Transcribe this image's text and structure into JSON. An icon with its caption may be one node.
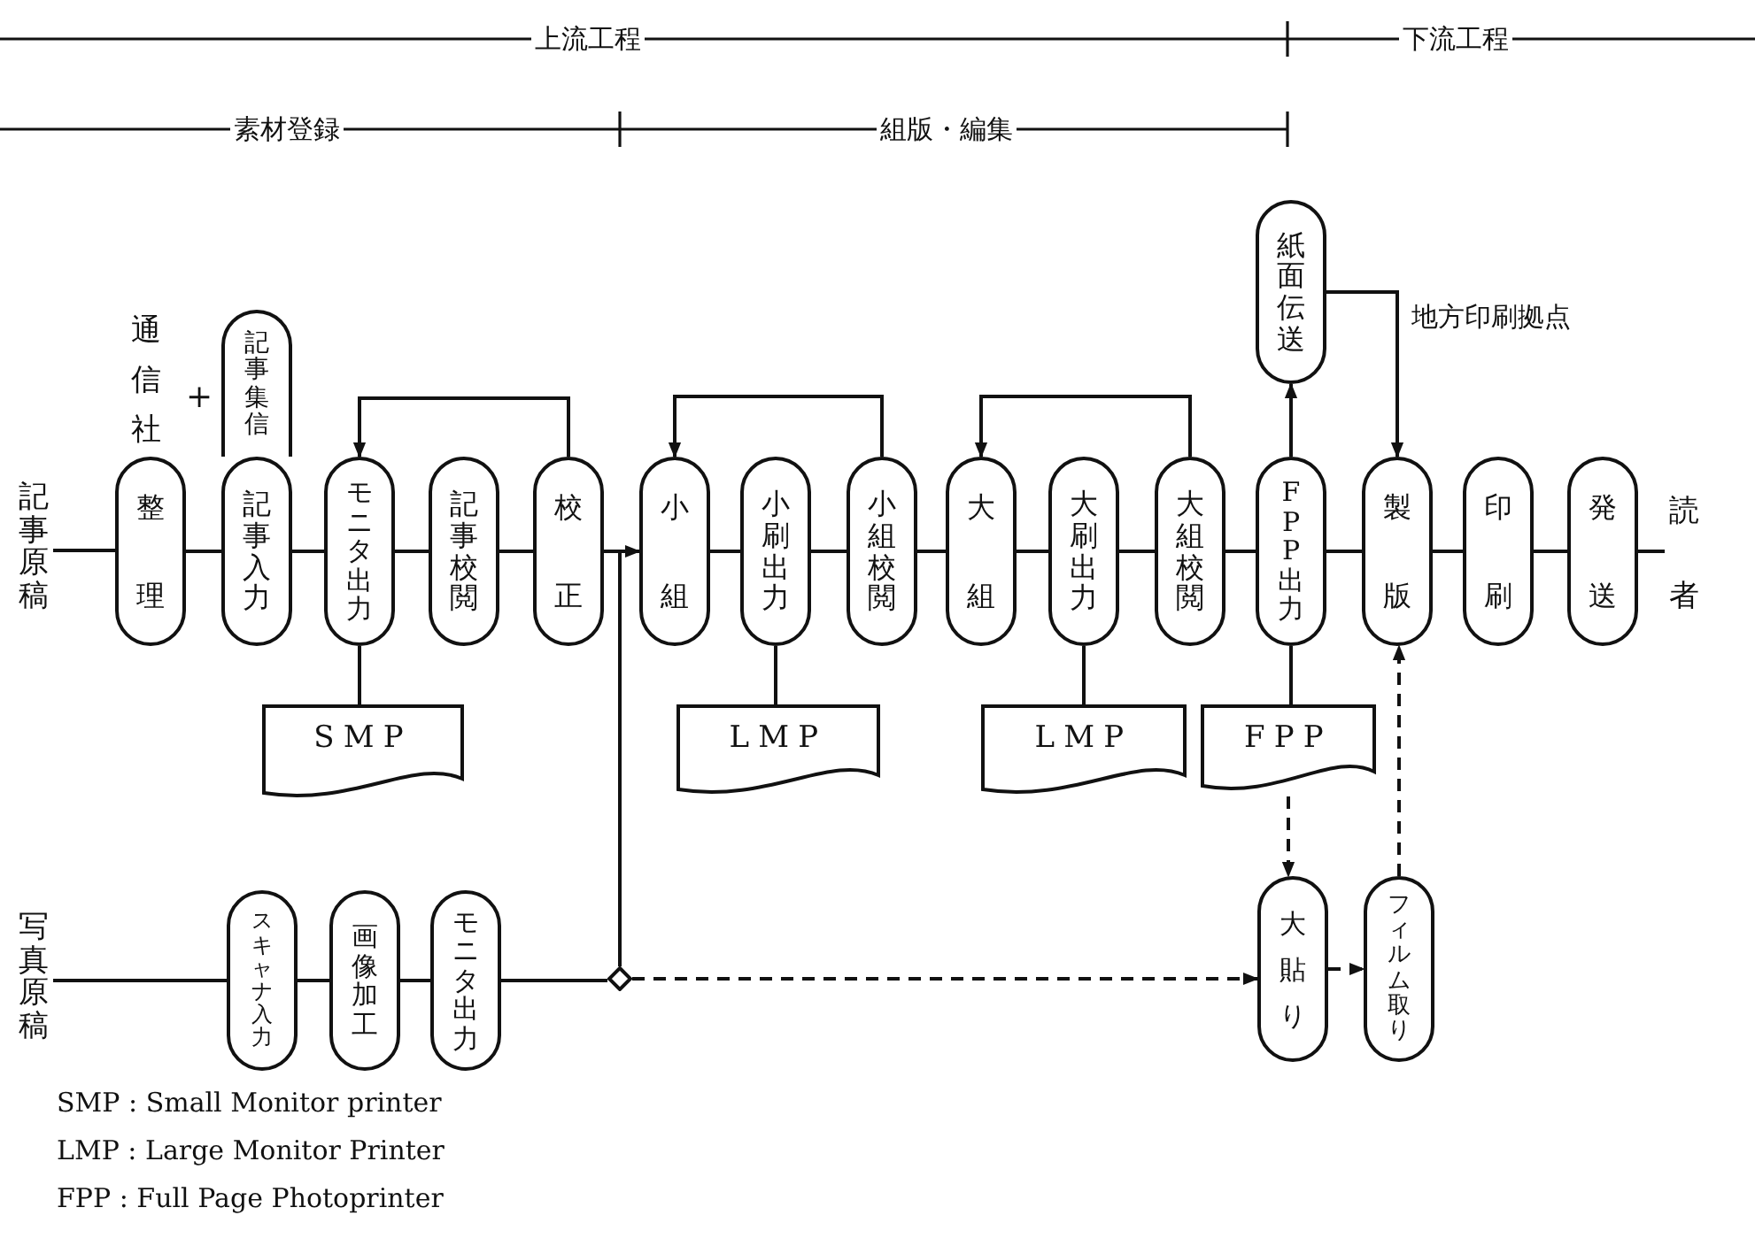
{
  "diagram": {
    "nodes": [
      {
        "text": [
          "記事原稿"
        ]
      },
      {
        "text": [
          "整理"
        ]
      },
      {
        "text": [
          "記事集信"
        ]
      },
      {
        "text": [
          "記事入力"
        ]
      },
      {
        "text": [
          "モニタ出力"
        ]
      },
      {
        "text": [
          "記事校閲"
        ]
      },
      {
        "text": [
          "校正"
        ]
      },
      {
        "text": [
          "小組"
        ]
      },
      {
        "text": [
          "小刷出力"
        ]
      },
      {
        "text": [
          "小組校閲"
        ]
      },
      {
        "text": [
          "大組"
        ]
      },
      {
        "text": [
          "大刷出力"
        ]
      },
      {
        "text": [
          "大組校閲"
        ]
      },
      {
        "text": [
          "紙面伝送"
        ]
      },
      {
        "text": [
          "FPP出力"
        ]
      },
      {
        "text": [
          "製版"
        ]
      },
      {
        "text": [
          "印刷"
        ]
      },
      {
        "text": [
          "発送"
        ]
      },
      {
        "text": [
          "読者"
        ]
      },
      {
        "text": [
          "SMP"
        ]
      },
      {
        "text": [
          "LMP"
        ]
      },
      {
        "text": [
          "LMP"
        ]
      },
      {
        "text": [
          "FPP"
        ]
      },
      {
        "text": [
          "写真原稿"
        ]
      },
      {
        "text": [
          "スキャナ入力"
        ]
      },
      {
        "text": [
          "画像加工"
        ]
      },
      {
        "text": [
          "モニタ出力"
        ]
      },
      {
        "text": [],
        "shape": "diamond"
      },
      {
        "text": [
          "大貼り"
        ]
      },
      {
        "text": [
          "フィルム取り"
        ]
      }
    ],
    "edges": [
      {
        "from": 0,
        "to": 1,
        "arrow": "none"
      },
      {
        "from": 1,
        "to": 3,
        "arrow": "none"
      },
      {
        "from": 3,
        "to": 4,
        "arrow": "none"
      },
      {
        "from": 4,
        "to": 5,
        "arrow": "none"
      },
      {
        "from": 5,
        "to": 6,
        "arrow": "none"
      },
      {
        "from": 6,
        "to": 7,
        "arrow": "none"
      },
      {
        "from": 7,
        "to": 8,
        "arrow": "none"
      },
      {
        "from": 8,
        "to": 9,
        "arrow": "none"
      },
      {
        "from": 9,
        "to": 10,
        "arrow": "none"
      },
      {
        "from": 10,
        "to": 11,
        "arrow": "none"
      },
      {
        "from": 11,
        "to": 12,
        "arrow": "none"
      },
      {
        "from": 12,
        "to": 14,
        "arrow": "none"
      },
      {
        "from": 14,
        "to": 15,
        "arrow": "none"
      },
      {
        "from": 15,
        "to": 16,
        "arrow": "none"
      },
      {
        "from": 16,
        "to": 17,
        "arrow": "none"
      },
      {
        "from": 17,
        "to": 18,
        "arrow": "none"
      },
      {
        "from": 6,
        "to": 4,
        "arrow": "to"
      },
      {
        "from": 9,
        "to": 7,
        "arrow": "to"
      },
      {
        "from": 12,
        "to": 10,
        "arrow": "to"
      },
      {
        "from": 4,
        "to": 19,
        "arrow": "none"
      },
      {
        "from": 8,
        "to": 20,
        "arrow": "none"
      },
      {
        "from": 11,
        "to": 21,
        "arrow": "none"
      },
      {
        "from": 14,
        "to": 22,
        "arrow": "none"
      },
      {
        "from": 14,
        "to": 13,
        "arrow": "to"
      },
      {
        "from": 13,
        "to": 15,
        "arrow": "to",
        "label": "地方印刷拠点"
      },
      {
        "from": 23,
        "to": 24,
        "arrow": "none"
      },
      {
        "from": 24,
        "to": 25,
        "arrow": "none"
      },
      {
        "from": 25,
        "to": 26,
        "arrow": "none"
      },
      {
        "from": 26,
        "to": 27,
        "arrow": "none"
      },
      {
        "from": 27,
        "to": 7,
        "arrow": "to"
      },
      {
        "from": 27,
        "to": 28,
        "arrow": "to",
        "style": "dashed"
      },
      {
        "from": 28,
        "to": 29,
        "arrow": "to",
        "style": "dashed"
      },
      {
        "from": 22,
        "to": 28,
        "arrow": "to",
        "style": "dashed"
      },
      {
        "from": 29,
        "to": 15,
        "arrow": "to",
        "style": "dashed"
      }
    ],
    "labels": [
      "上流工程",
      "下流工程",
      "素材登録",
      "組版・編集",
      "通信社",
      "+",
      "SMP : Small Monitor printer",
      "LMP : Large Monitor Printer",
      "FPP : Full Page Photoprinter"
    ]
  }
}
